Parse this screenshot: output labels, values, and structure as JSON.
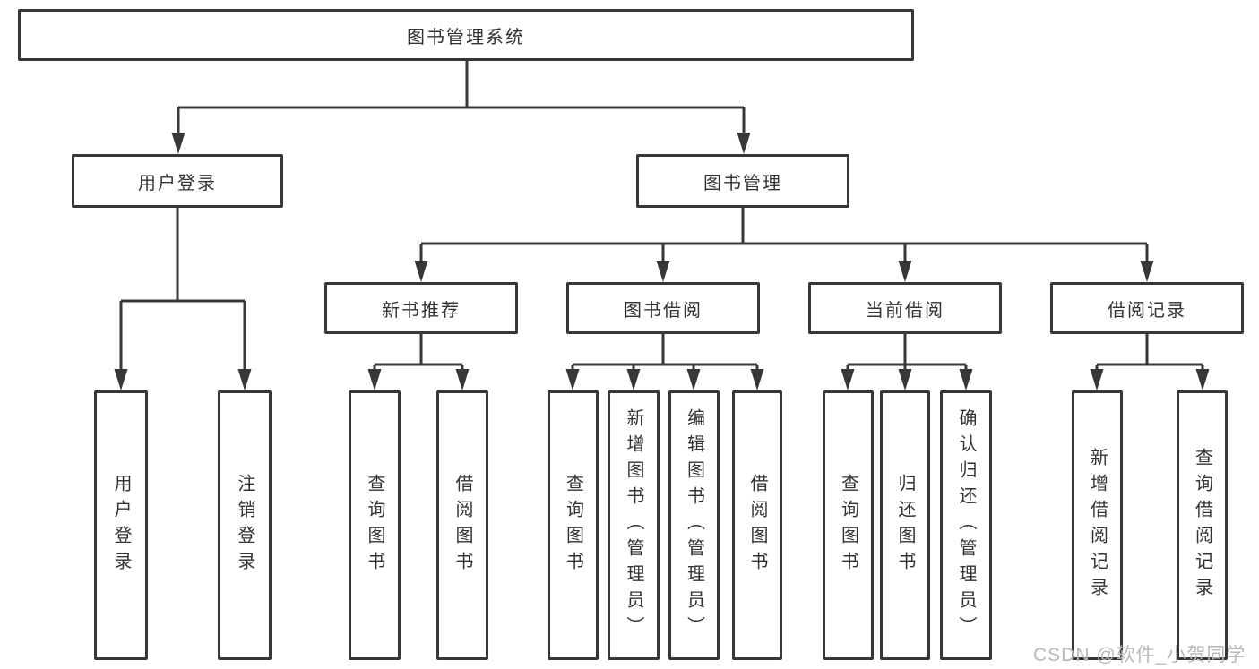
{
  "tree": {
    "label": "图书管理系统",
    "children": [
      {
        "label": "用户登录",
        "children": [
          {
            "label": "用户登录"
          },
          {
            "label": "注销登录"
          }
        ]
      },
      {
        "label": "图书管理",
        "children": [
          {
            "label": "新书推荐",
            "children": [
              {
                "label": "查询图书"
              },
              {
                "label": "借阅图书"
              }
            ]
          },
          {
            "label": "图书借阅",
            "children": [
              {
                "label": "查询图书"
              },
              {
                "label": "新增图书（管理员）"
              },
              {
                "label": "编辑图书（管理员）"
              },
              {
                "label": "借阅图书"
              }
            ]
          },
          {
            "label": "当前借阅",
            "children": [
              {
                "label": "查询图书"
              },
              {
                "label": "归还图书"
              },
              {
                "label": "确认归还（管理员）"
              }
            ]
          },
          {
            "label": "借阅记录",
            "children": [
              {
                "label": "新增借阅记录"
              },
              {
                "label": "查询借阅记录"
              }
            ]
          }
        ]
      }
    ]
  },
  "watermark": {
    "text": "CSDN @软件_小贺同学"
  },
  "colors": {
    "line": "#373737",
    "text": "#333333",
    "watermark": "#b9b9b9",
    "background": "#ffffff"
  }
}
